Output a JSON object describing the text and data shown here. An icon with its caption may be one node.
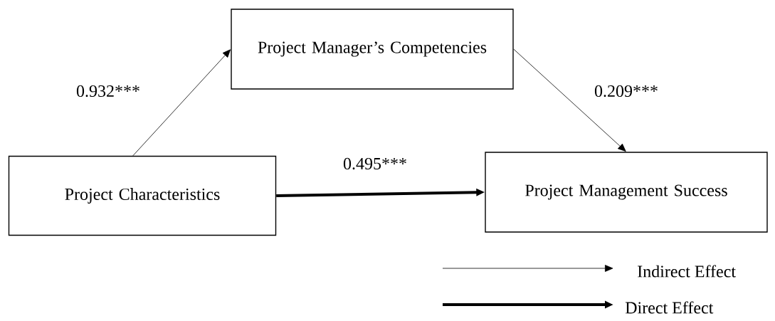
{
  "diagram": {
    "nodes": [
      {
        "text": [
          "Project Manager’s Competencies"
        ]
      },
      {
        "text": [
          "Project Characteristics"
        ]
      },
      {
        "text": [
          "Project Management Success"
        ]
      }
    ],
    "edges": [
      {
        "from": 1,
        "to": 0,
        "arrow": "to",
        "label": "0.932***"
      },
      {
        "from": 0,
        "to": 2,
        "arrow": "to",
        "label": "0.209***"
      },
      {
        "from": 1,
        "to": 2,
        "arrow": "to",
        "label": "0.495***",
        "style": "thick"
      }
    ],
    "legend": [
      {
        "text": "Indirect Effect"
      },
      {
        "text": "Direct Effect"
      }
    ]
  }
}
